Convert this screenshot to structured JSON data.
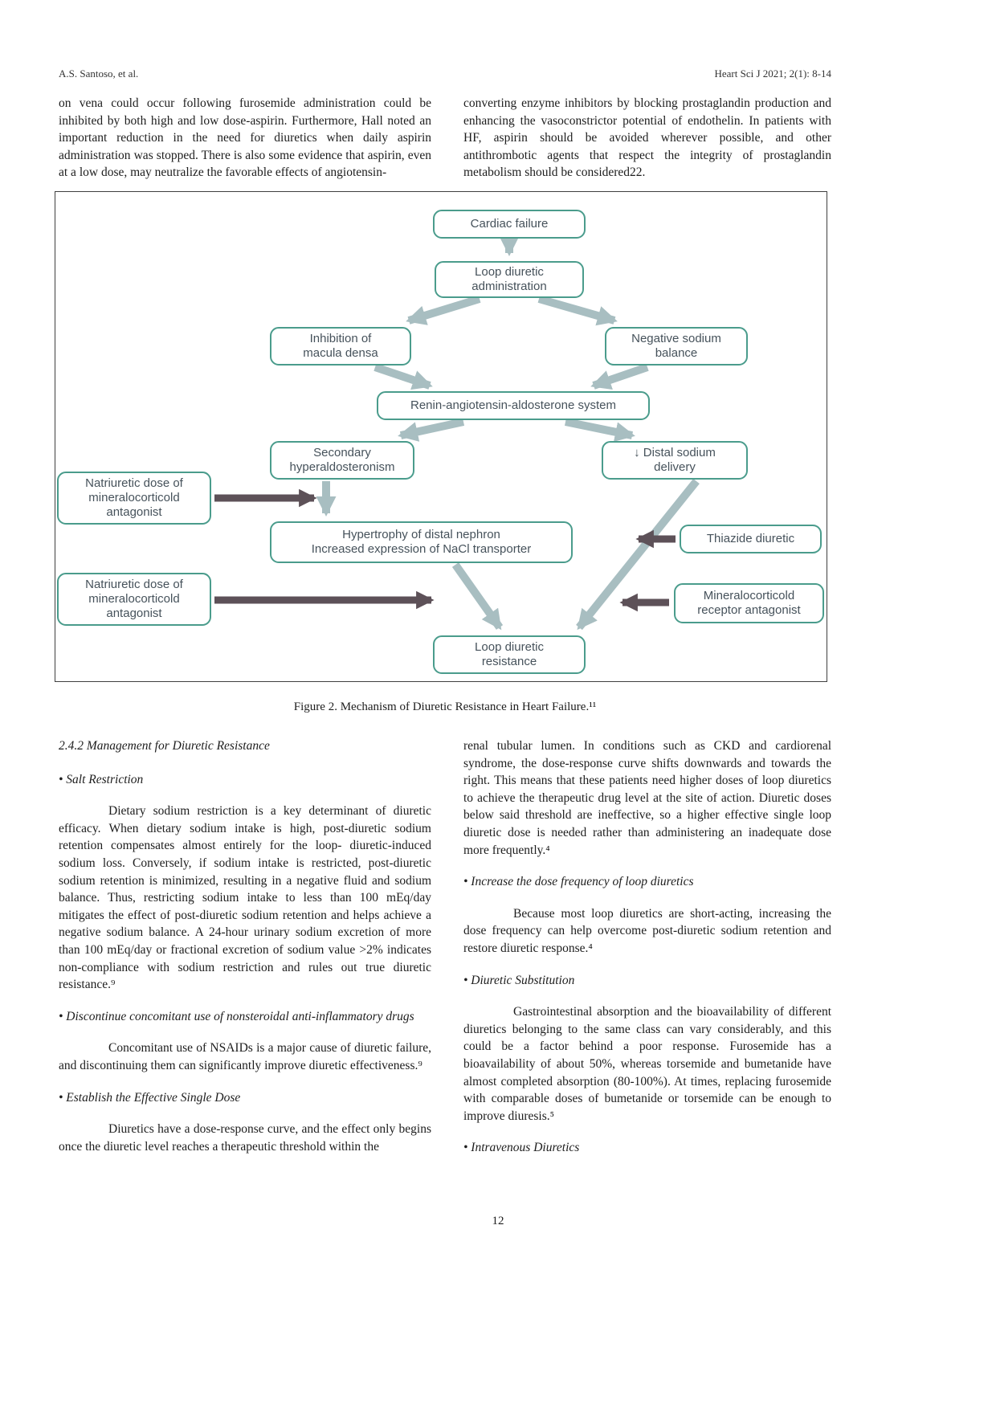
{
  "header": {
    "authors": "A.S. Santoso, et al.",
    "journal_ref": "Heart Sci J 2021; 2(1): 8-14"
  },
  "intro": {
    "left_paragraph": "on vena could occur following furosemide administration could be inhibited by both high and low dose-aspirin. Furthermore, Hall noted an important reduction in the need for diuretics when daily aspirin administration was stopped. There is also some evidence that aspirin, even at a low dose, may neutralize the favorable effects of angiotensin-",
    "right_paragraph": "converting enzyme inhibitors by blocking prostaglandin production and enhancing the vasoconstrictor potential of endothelin. In patients with HF, aspirin should be avoided wherever possible, and other antithrombotic agents that respect the integrity of prostaglandin metabolism should be considered22."
  },
  "figure": {
    "caption": "Figure 2. Mechanism of Diuretic Resistance in Heart Failure.¹¹",
    "nodes": {
      "cardiac_failure": "Cardiac failure",
      "loop_diuretic_administration": "Loop diuretic\nadministration",
      "inhibition_macula_densa": "Inhibition of\nmacula densa",
      "negative_sodium_balance": "Negative sodium\nbalance",
      "raas": "Renin-angiotensin-aldosterone system",
      "secondary_hyperaldosteronism": "Secondary\nhyperaldosteronism",
      "distal_sodium_delivery": "↓ Distal sodium\ndelivery",
      "natriuretic_dose_1": "Natriuretic dose of\nmineralocorticold\nantagonist",
      "hypertrophy_distal_nephron": "Hypertrophy of distal nephron\nIncreased expression of NaCl transporter",
      "thiazide_diuretic": "Thiazide diuretic",
      "natriuretic_dose_2": "Natriuretic dose of\nmineralocorticold\nantagonist",
      "mineralocorticoid_receptor_antagonist": "Mineralocorticold\nreceptor antagonist",
      "loop_diuretic_resistance": "Loop diuretic\nresistance"
    }
  },
  "left_column": {
    "section_heading": "2.4.2 Management for Diuretic Resistance",
    "bullet_salt_restriction": "• Salt Restriction",
    "para_salt_restriction": "Dietary sodium restriction is a key determinant of diuretic efficacy. When dietary sodium intake is high, post-diuretic sodium retention compensates almost entirely for the loop- diuretic-induced sodium loss. Conversely, if sodium intake is restricted, post-diuretic sodium retention is minimized, resulting in a negative fluid and sodium balance. Thus, restricting sodium intake to less than 100 mEq/day mitigates the effect of post-diuretic sodium retention and helps achieve a negative sodium balance. A 24-hour urinary sodium excretion of more than 100 mEq/day or fractional excretion of sodium value >2% indicates non-compliance with sodium restriction and rules out true diuretic resistance.⁹",
    "bullet_nsaid": "• Discontinue concomitant use of nonsteroidal anti-inflammatory drugs",
    "para_nsaid": "Concomitant use of NSAIDs is a major cause of diuretic failure, and discontinuing them can significantly improve diuretic effectiveness.⁹",
    "bullet_single_dose": "• Establish the Effective Single Dose",
    "para_single_dose": "Diuretics have a dose-response curve, and the effect only begins once the diuretic level reaches a therapeutic threshold within the"
  },
  "right_column": {
    "para_renal_tubular": "renal tubular lumen. In conditions such as CKD and cardiorenal syndrome, the dose-response curve shifts downwards and towards the right. This means that these patients need higher doses of loop diuretics to achieve the therapeutic drug level at the site of action. Diuretic doses below said threshold are ineffective, so a higher effective single loop diuretic dose is needed rather than administering an inadequate dose more frequently.⁴",
    "bullet_dose_frequency": "• Increase the dose frequency of loop diuretics",
    "para_dose_frequency": "Because most loop diuretics are short-acting, increasing the dose frequency can help overcome post-diuretic sodium retention and restore diuretic response.⁴",
    "bullet_substitution": "• Diuretic Substitution",
    "para_substitution": "Gastrointestinal absorption and the bioavailability of different diuretics belonging to the same class can vary considerably, and this could be a factor behind a poor response. Furosemide has a bioavailability of about 50%, whereas torsemide and bumetanide have almost completed absorption (80-100%). At times, replacing furosemide with comparable doses of bumetanide or torsemide can be enough to improve diuresis.⁵",
    "bullet_intravenous": "• Intravenous Diuretics"
  },
  "page_number": "12"
}
